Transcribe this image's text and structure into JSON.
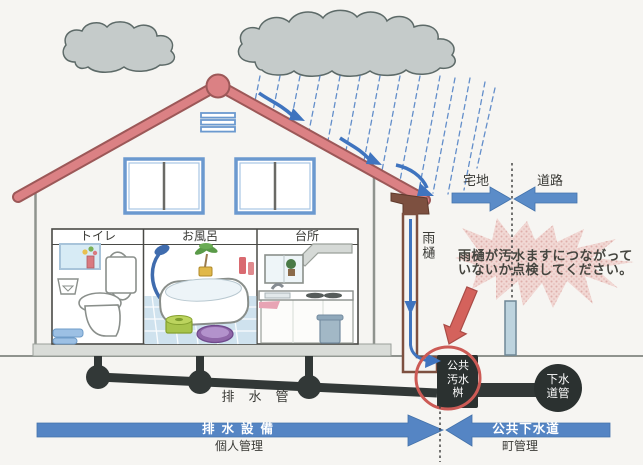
{
  "diagram": {
    "rooms": {
      "toilet": "トイレ",
      "bath": "お風呂",
      "kitchen": "台所"
    },
    "labels": {
      "residential_land": "宅地",
      "road": "道路",
      "rain_gutter": "雨樋",
      "drain_pipe": "排水管"
    },
    "callout": {
      "line1": "雨樋が汚水ますにつながって",
      "line2": "いないか点検してください。"
    },
    "sewage_basin": {
      "line1": "公共",
      "line2": "汚水",
      "line3": "桝"
    },
    "sewer_main": {
      "line1": "下水",
      "line2": "道管"
    },
    "management": {
      "private": {
        "label": "排水設備",
        "sublabel": "個人管理"
      },
      "public": {
        "label": "公共下水道",
        "sublabel": "町管理"
      }
    },
    "colors": {
      "background": "#f6f5f2",
      "roof": "#db8184",
      "cloud": "#c5cbca",
      "rain_blue": "#4a7dc4",
      "gutter_brown": "#7d5040",
      "pipe_dark": "#323837",
      "bar_blue": "#5585c4",
      "alert_red": "#d4625c",
      "starburst_pink": "#f1d8d4",
      "window_blue": "#6b99cf"
    }
  }
}
